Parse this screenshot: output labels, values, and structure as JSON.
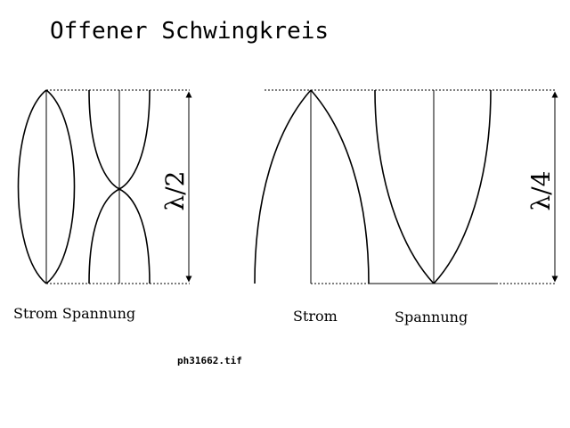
{
  "title": "Offener Schwingkreis",
  "left_panel": {
    "label": "Strom Spannung",
    "dimension": "λ/2"
  },
  "right_panel": {
    "current_label": "Strom",
    "voltage_label": "Spannung",
    "dimension": "λ/4"
  },
  "filename": "ph31662.tif",
  "colors": {
    "line": "#000000",
    "background": "#ffffff"
  }
}
